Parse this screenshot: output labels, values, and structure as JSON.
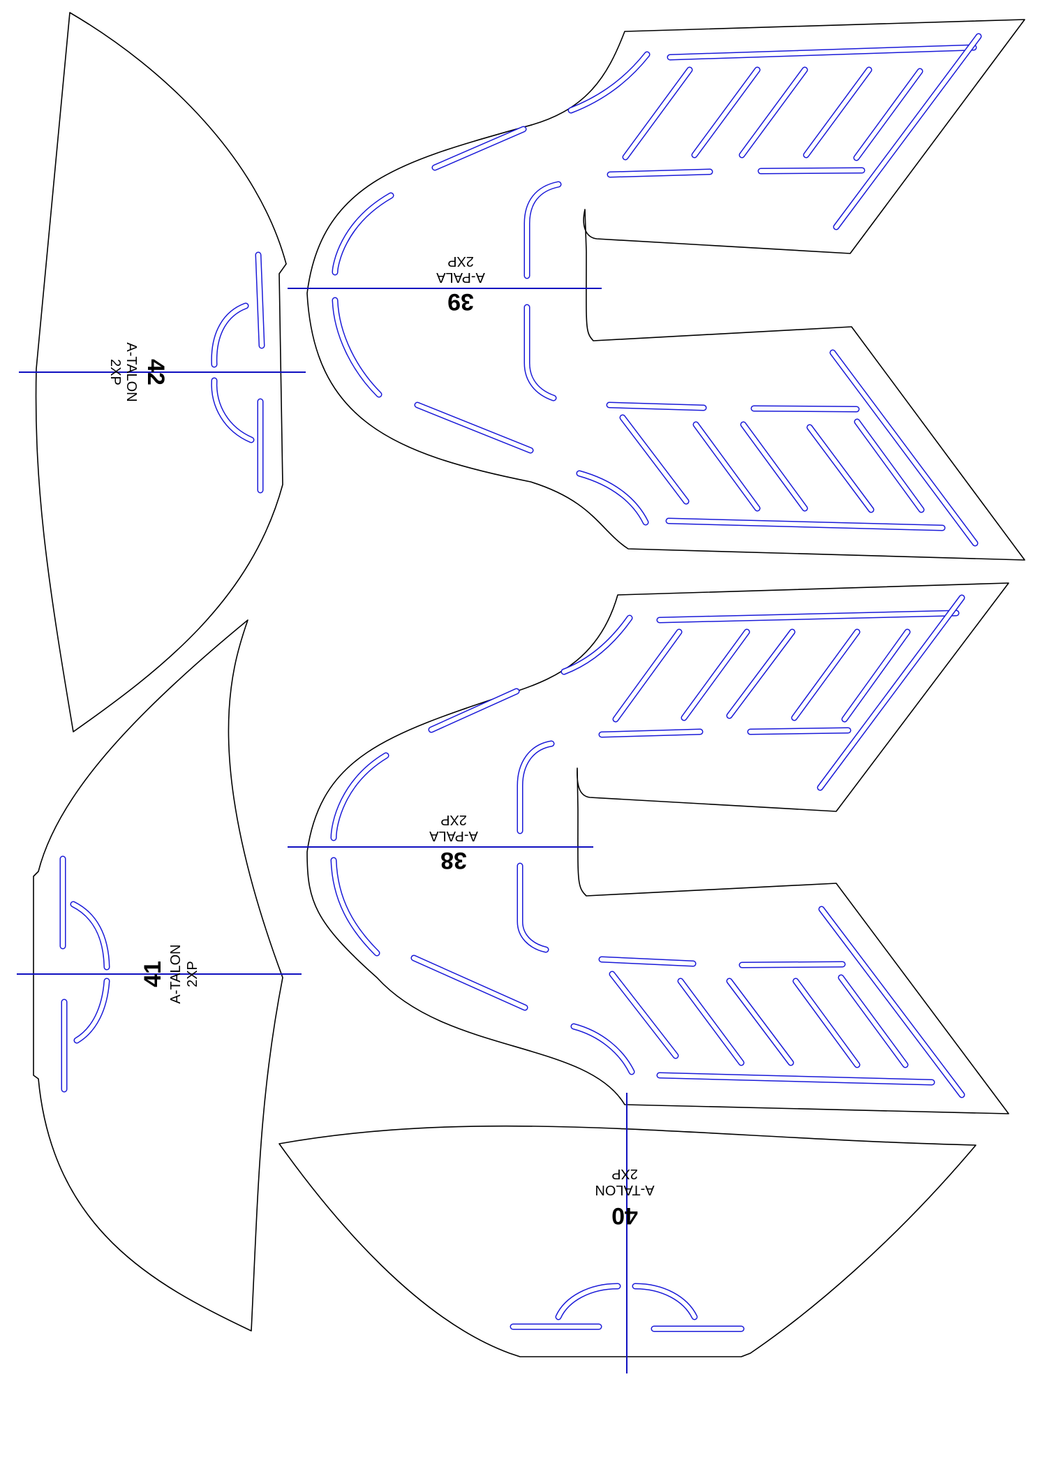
{
  "pieces": [
    {
      "id": "p42",
      "number": "42",
      "name": "A-TALON",
      "qty": "2XP"
    },
    {
      "id": "p39",
      "number": "39",
      "name": "A-PALA",
      "qty": "2XP"
    },
    {
      "id": "p41",
      "number": "41",
      "name": "A-TALON",
      "qty": "2XP"
    },
    {
      "id": "p38",
      "number": "38",
      "name": "A-PALA",
      "qty": "2XP"
    },
    {
      "id": "p40",
      "number": "40",
      "name": "A-TALON",
      "qty": "2XP"
    }
  ],
  "colors": {
    "outline": "#000000",
    "stitch": "#1a1ad8",
    "center_line": "#1010c0",
    "background": "#ffffff"
  }
}
